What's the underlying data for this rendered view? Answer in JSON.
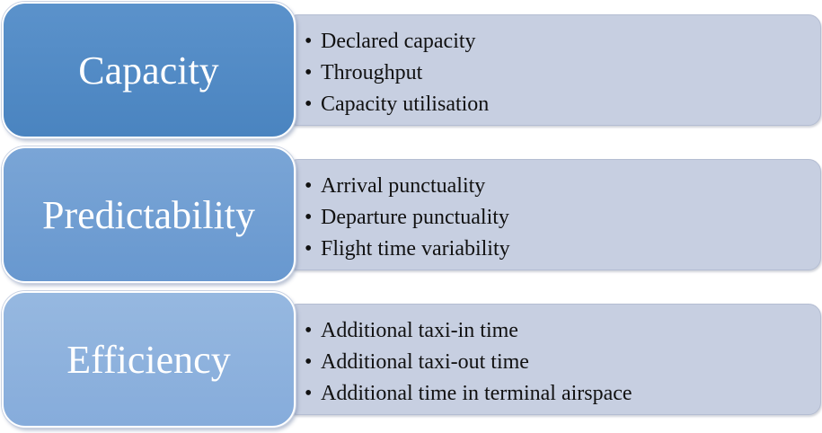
{
  "rows": [
    {
      "label": "Capacity",
      "items": [
        "Declared capacity",
        "Throughput",
        "Capacity utilisation"
      ]
    },
    {
      "label": "Predictability",
      "items": [
        "Arrival punctuality",
        "Departure punctuality",
        "Flight time variability"
      ]
    },
    {
      "label": "Efficiency",
      "items": [
        "Additional taxi-in time",
        "Additional taxi-out time",
        "Additional time in terminal airspace"
      ]
    }
  ],
  "colors": {
    "capacity_box": "#4f89c4",
    "predictability_box": "#6f9dd2",
    "efficiency_box": "#8db1dd",
    "list_panel": "#c7cfe1"
  }
}
